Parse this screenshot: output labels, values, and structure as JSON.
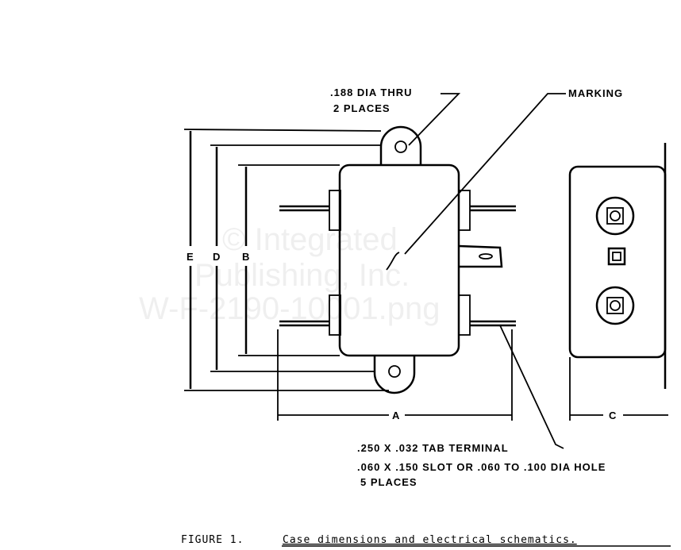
{
  "labels": {
    "hole": ".188 DIA THRU",
    "hole_places": "2 PLACES",
    "marking": "MARKING",
    "dim_e": "E",
    "dim_d": "D",
    "dim_b": "B",
    "dim_a": "A",
    "dim_c": "C",
    "tab_terminal": ".250 X .032 TAB TERMINAL",
    "slot": ".060 X .150 SLOT  OR  .060  TO .100 DIA HOLE",
    "slot_places": "5 PLACES"
  },
  "caption": {
    "figure": "FIGURE 1.",
    "text": "Case dimensions and electrical schematics."
  },
  "watermark": {
    "line1": "© Integrated",
    "line2": "Publishing, Inc.",
    "line3": "W-F-2190-10001.png"
  }
}
